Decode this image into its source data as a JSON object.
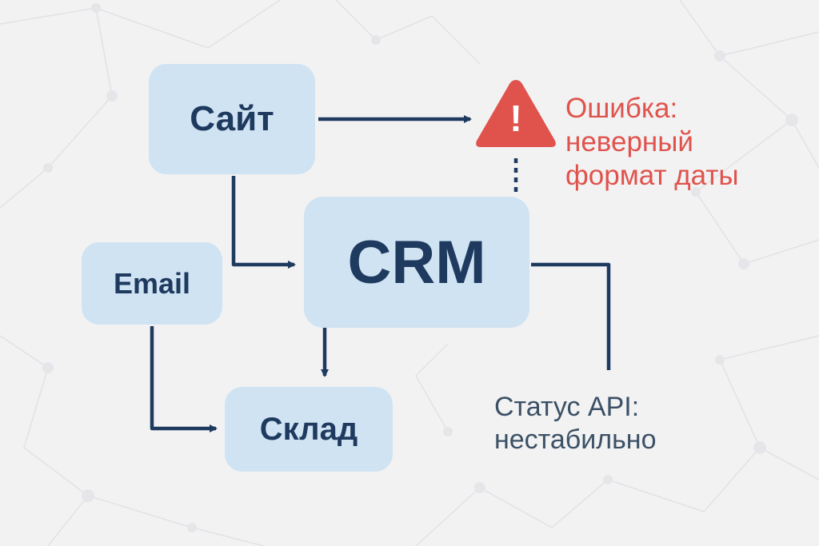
{
  "nodes": {
    "site": "Сайт",
    "email": "Email",
    "crm": "CRM",
    "warehouse": "Склад"
  },
  "error": {
    "line1": "Ошибка:",
    "line2": "неверный",
    "line3": "формат даты",
    "icon": "warning-triangle-icon",
    "glyph": "!"
  },
  "status": {
    "line1": "Статус API:",
    "line2": "нестабильно"
  },
  "colors": {
    "background": "#f2f2f3",
    "node_fill": "#cfe3f2",
    "node_text": "#1f3a5f",
    "connector": "#1f3a5f",
    "error": "#e0534d",
    "status_text": "#3c5166"
  }
}
